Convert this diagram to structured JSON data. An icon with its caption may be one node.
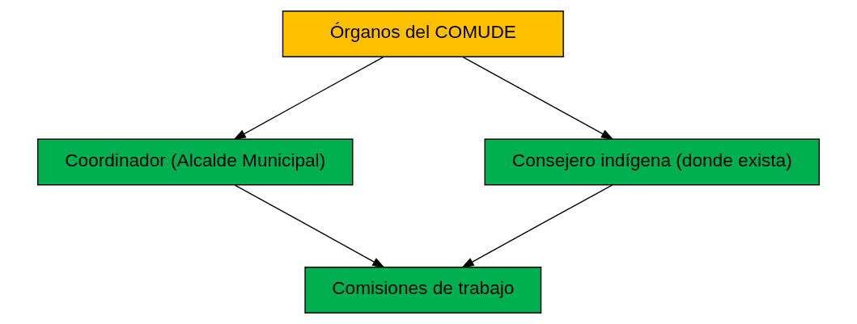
{
  "diagram": {
    "nodes": [
      {
        "text": [
          "Órganos del COMUDE"
        ]
      },
      {
        "text": [
          "Coordinador (Alcalde Municipal)"
        ]
      },
      {
        "text": [
          "Consejero indígena (donde exista)"
        ]
      },
      {
        "text": [
          "Comisiones de trabajo"
        ]
      }
    ],
    "edges": [
      {
        "from": 0,
        "to": 1,
        "arrow": "to"
      },
      {
        "from": 0,
        "to": 2,
        "arrow": "to"
      },
      {
        "from": 1,
        "to": 3,
        "arrow": "to"
      },
      {
        "from": 2,
        "to": 3,
        "arrow": "to"
      }
    ]
  }
}
